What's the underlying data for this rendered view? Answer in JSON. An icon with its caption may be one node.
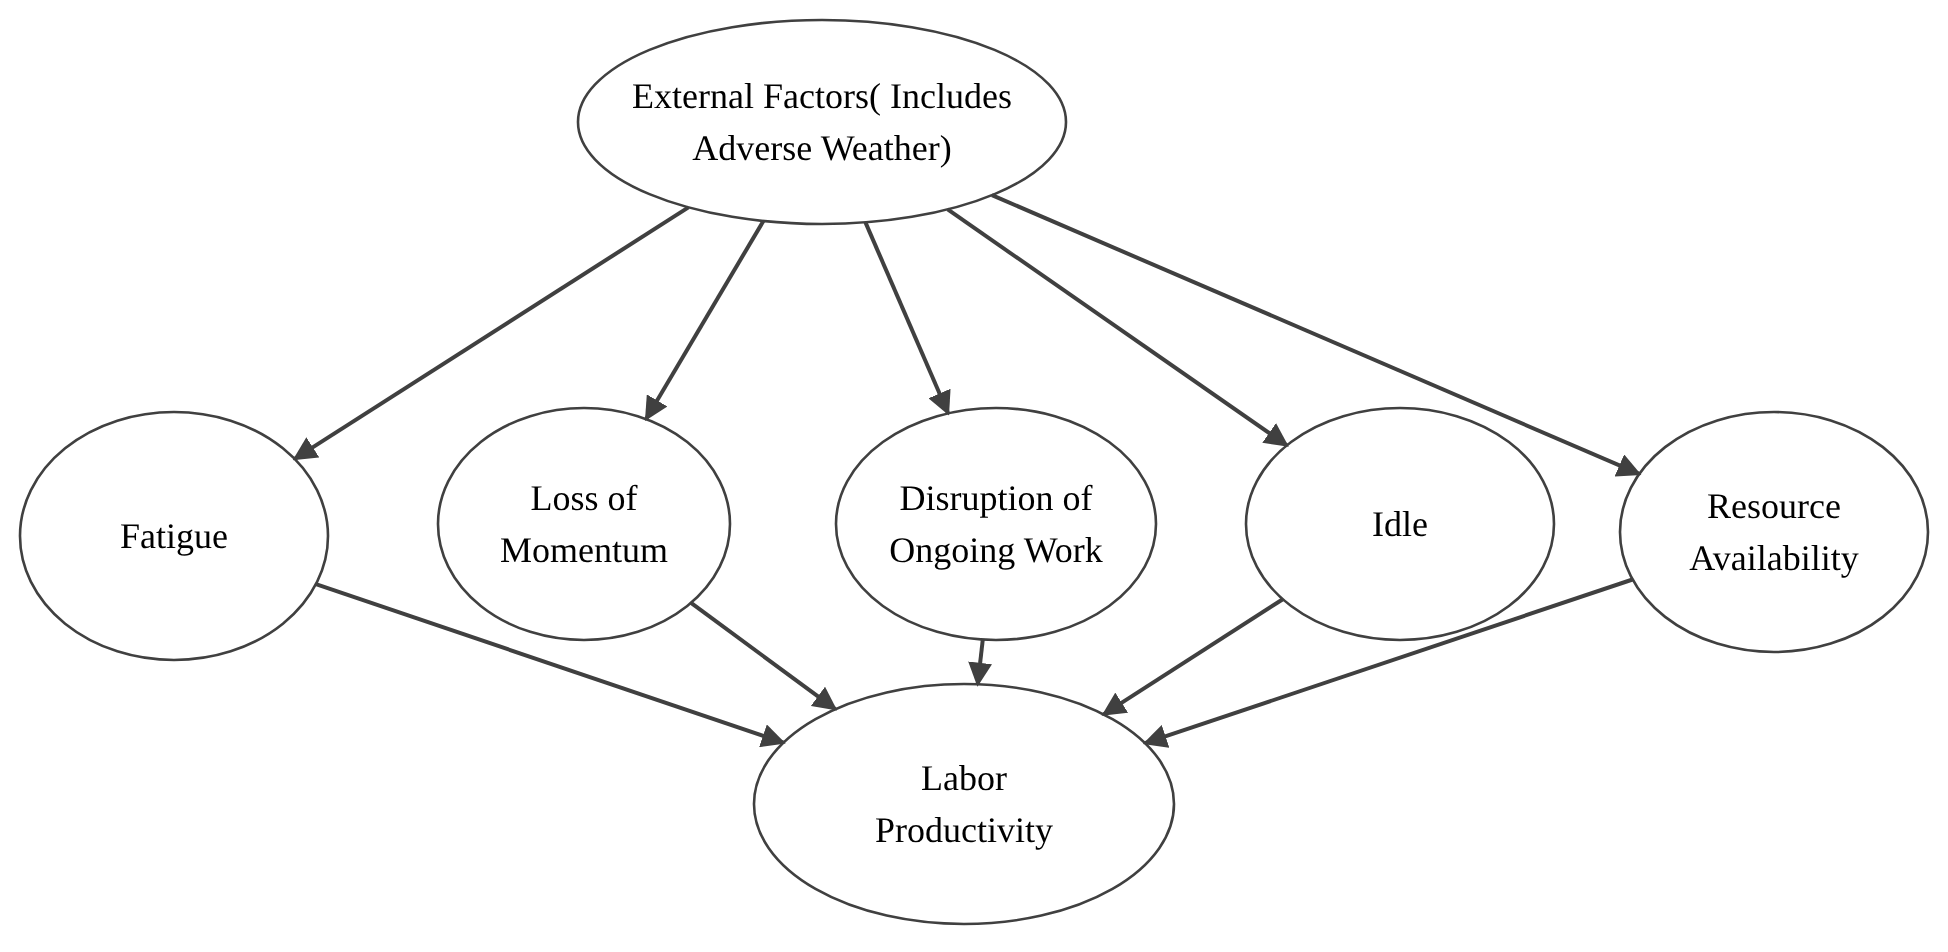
{
  "diagram": {
    "nodes": [
      {
        "text": [
          "External Factors( Includes Adverse Weather)"
        ]
      },
      {
        "text": [
          "Fatigue"
        ]
      },
      {
        "text": [
          "Loss of Momentum"
        ]
      },
      {
        "text": [
          "Disruption of Ongoing Work"
        ]
      },
      {
        "text": [
          "Idle"
        ]
      },
      {
        "text": [
          "Resource Availability"
        ]
      },
      {
        "text": [
          "Labor Productivity"
        ]
      }
    ],
    "edges": [
      {
        "from": 0,
        "to": 1,
        "arrow": "to"
      },
      {
        "from": 0,
        "to": 2,
        "arrow": "to"
      },
      {
        "from": 0,
        "to": 3,
        "arrow": "to"
      },
      {
        "from": 0,
        "to": 4,
        "arrow": "to"
      },
      {
        "from": 0,
        "to": 5,
        "arrow": "to"
      },
      {
        "from": 1,
        "to": 6,
        "arrow": "to"
      },
      {
        "from": 2,
        "to": 6,
        "arrow": "to"
      },
      {
        "from": 3,
        "to": 6,
        "arrow": "to"
      },
      {
        "from": 4,
        "to": 6,
        "arrow": "to"
      },
      {
        "from": 5,
        "to": 6,
        "arrow": "to"
      }
    ]
  }
}
